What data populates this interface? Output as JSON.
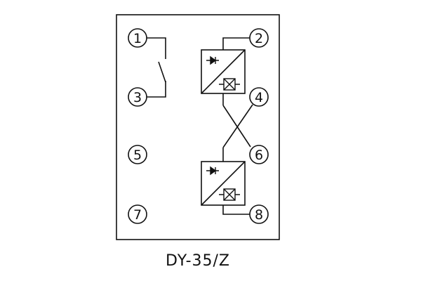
{
  "diagram": {
    "model_label": "DY-35/Z",
    "terminals": [
      {
        "id": 1,
        "label": "1"
      },
      {
        "id": 2,
        "label": "2"
      },
      {
        "id": 3,
        "label": "3"
      },
      {
        "id": 4,
        "label": "4"
      },
      {
        "id": 5,
        "label": "5"
      },
      {
        "id": 6,
        "label": "6"
      },
      {
        "id": 7,
        "label": "7"
      },
      {
        "id": 8,
        "label": "8"
      }
    ],
    "colors": {
      "line": "#111111",
      "background": "#ffffff"
    }
  }
}
